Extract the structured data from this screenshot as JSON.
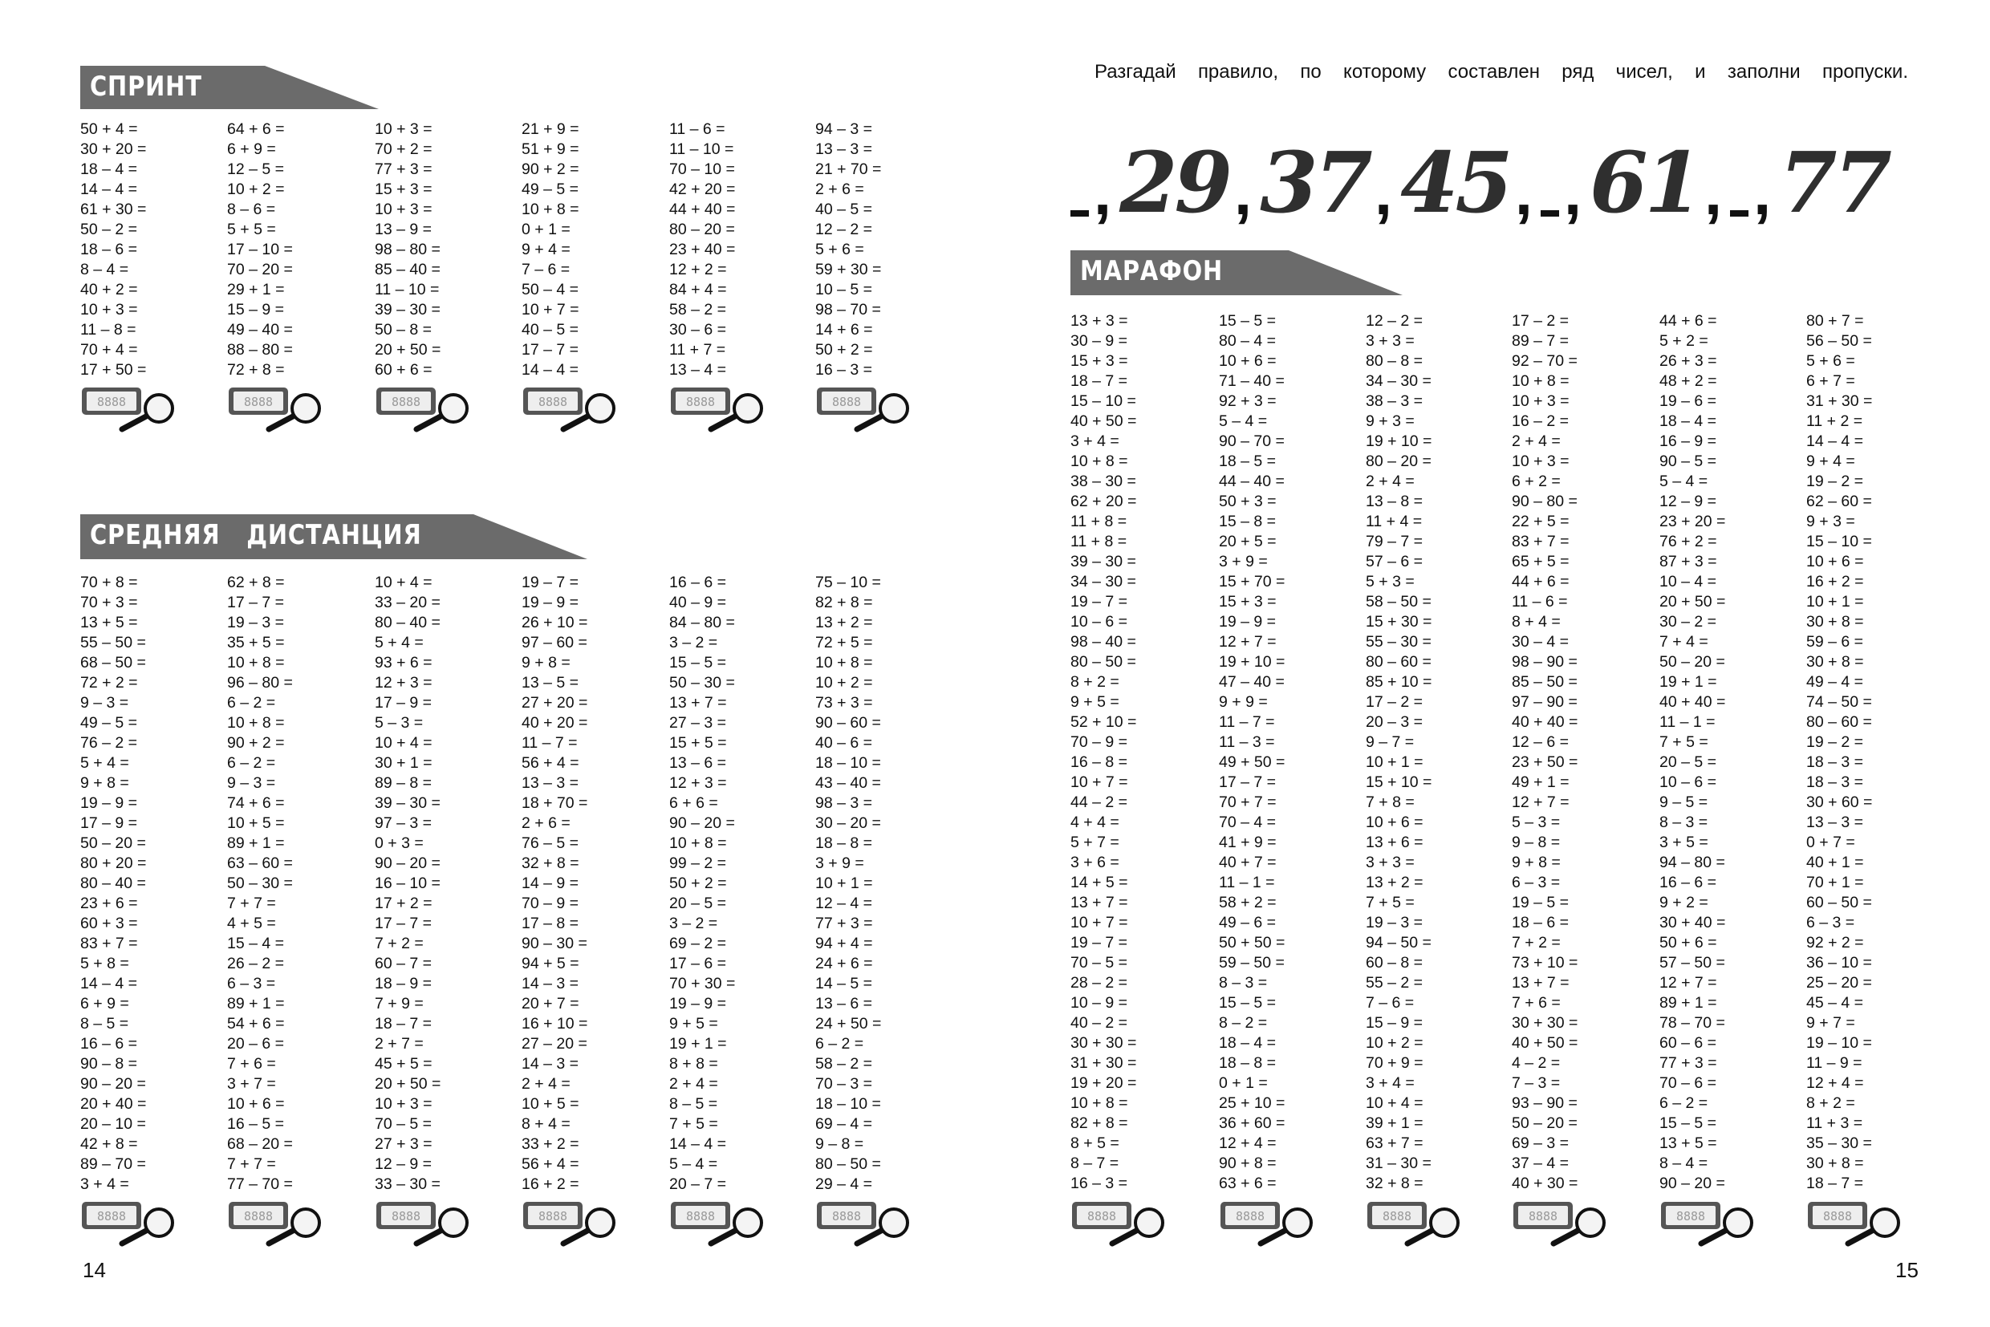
{
  "left_page": {
    "page_number": "14",
    "sprint": {
      "title": "СПРИНТ",
      "columns": [
        [
          "50 + 4 =",
          "30 + 20 =",
          "18 – 4 =",
          "14 – 4 =",
          "61 + 30 =",
          "50 – 2 =",
          "18 – 6 =",
          "8 – 4 =",
          "40 + 2 =",
          "10 + 3 =",
          "11 – 8 =",
          "70 + 4 =",
          "17 + 50 ="
        ],
        [
          "64 + 6 =",
          "6 + 9 =",
          "12 – 5 =",
          "10 + 2 =",
          "8 – 6 =",
          "5 + 5 =",
          "17 – 10 =",
          "70 – 20 =",
          "29 + 1 =",
          "15 – 9 =",
          "49 – 40 =",
          "88 – 80 =",
          "72 + 8 ="
        ],
        [
          "10 + 3 =",
          "70 + 2 =",
          "77 + 3 =",
          "15 + 3 =",
          "10 + 3 =",
          "13 – 9 =",
          "98 – 80 =",
          "85 – 40 =",
          "11 – 10 =",
          "39 – 30 =",
          "50 – 8 =",
          "20 + 50 =",
          "60 + 6 ="
        ],
        [
          "21 + 9 =",
          "51 + 9 =",
          "90 + 2 =",
          "49 – 5 =",
          "10 + 8 =",
          "0 + 1 =",
          "9 + 4 =",
          "7 – 6 =",
          "50 – 4 =",
          "10 + 7 =",
          "40 – 5 =",
          "17 – 7 =",
          "14 – 4 ="
        ],
        [
          "11 – 6 =",
          "11 – 10 =",
          "70 – 10 =",
          "42 + 20 =",
          "44 + 40 =",
          "80 – 20 =",
          "23 + 40 =",
          "12 + 2 =",
          "84 + 4 =",
          "58 – 2 =",
          "30 – 6 =",
          "11 + 7 =",
          "13 – 4 ="
        ],
        [
          "94 – 3 =",
          "13 – 3 =",
          "21 + 70 =",
          "2 + 6 =",
          "40 – 5 =",
          "12 – 2 =",
          "5 + 6 =",
          "59 + 30 =",
          "10 – 5 =",
          "98 – 70 =",
          "14 + 6 =",
          "50 + 2 =",
          "16 – 3 ="
        ]
      ]
    },
    "middle": {
      "title": "СРЕДНЯЯ   ДИСТАНЦИЯ",
      "columns": [
        [
          "70 + 8 =",
          "70 + 3 =",
          "13 + 5 =",
          "55 – 50 =",
          "68 – 50 =",
          "72 + 2 =",
          "9 – 3 =",
          "49 – 5 =",
          "76 – 2 =",
          "5 + 4 =",
          "9 + 8 =",
          "19 – 9 =",
          "17 – 9 =",
          "50 – 20 =",
          "80 + 20 =",
          "80 – 40 =",
          "23 + 6 =",
          "60 + 3 =",
          "83 + 7 =",
          "5 + 8 =",
          "14 – 4 =",
          "6 + 9 =",
          "8 – 5 =",
          "16 – 6 =",
          "90 – 8 =",
          "90 – 20 =",
          "20 + 40 =",
          "20 – 10 =",
          "42 + 8 =",
          "89 – 70 =",
          "3 + 4 ="
        ],
        [
          "62 + 8 =",
          "17 – 7 =",
          "19 – 3 =",
          "35 + 5 =",
          "10 + 8 =",
          "96 – 80 =",
          "6 – 2 =",
          "10 + 8 =",
          "90 + 2 =",
          "6 – 2 =",
          "9 – 3 =",
          "74 + 6 =",
          "10 + 5 =",
          "89 + 1 =",
          "63 – 60 =",
          "50 – 30 =",
          "7 + 7 =",
          "4 + 5 =",
          "15 – 4 =",
          "26 – 2 =",
          "6 – 3 =",
          "89 + 1 =",
          "54 + 6 =",
          "20 – 6 =",
          "7 + 6 =",
          "3 + 7 =",
          "10 + 6 =",
          "16 – 5 =",
          "68 – 20 =",
          "7 + 7 =",
          "77 – 70 ="
        ],
        [
          "10 + 4 =",
          "33 – 20 =",
          "80 – 40 =",
          "5 + 4 =",
          "93 + 6 =",
          "12 + 3 =",
          "17 – 9 =",
          "5 – 3 =",
          "10 + 4 =",
          "30 + 1 =",
          "89 – 8 =",
          "39 – 30 =",
          "97 – 3 =",
          "0 + 3 =",
          "90 – 20 =",
          "16 – 10 =",
          "17 + 2 =",
          "17 – 7 =",
          "7 + 2 =",
          "60 – 7 =",
          "18 – 9 =",
          "7 + 9 =",
          "18 – 7 =",
          "2 + 7 =",
          "45 + 5 =",
          "20 + 50 =",
          "10 + 3 =",
          "70 – 5 =",
          "27 + 3 =",
          "12 – 9 =",
          "33 – 30 ="
        ],
        [
          "19 – 7 =",
          "19 – 9 =",
          "26 + 10 =",
          "97 – 60 =",
          "9 + 8 =",
          "13 – 5 =",
          "27 + 20 =",
          "40 + 20 =",
          "11 – 7 =",
          "56 + 4 =",
          "13 – 3 =",
          "18 + 70 =",
          "2 + 6 =",
          "76 – 5 =",
          "32 + 8 =",
          "14 – 9 =",
          "70 – 9 =",
          "17 – 8 =",
          "90 – 30 =",
          "94 + 5 =",
          "14 – 3 =",
          "20 + 7 =",
          "16 + 10 =",
          "27 – 20 =",
          "14 – 3 =",
          "2 + 4 =",
          "10 + 5 =",
          "8 + 4 =",
          "33 + 2 =",
          "56 + 4 =",
          "16 + 2 ="
        ],
        [
          "16 – 6 =",
          "40 – 9 =",
          "84 – 80 =",
          "3 – 2 =",
          "15 – 5 =",
          "50 – 30 =",
          "13 + 7 =",
          "27 – 3 =",
          "15 + 5 =",
          "13 – 6 =",
          "12 + 3 =",
          "6 + 6 =",
          "90 – 20 =",
          "10 + 8 =",
          "99 – 2 =",
          "50 + 2 =",
          "20 – 5 =",
          "3 – 2 =",
          "69 – 2 =",
          "17 – 6 =",
          "70 + 30 =",
          "19 – 9 =",
          "9 + 5 =",
          "19 + 1 =",
          "8 + 8 =",
          "2 + 4 =",
          "8 – 5 =",
          "7 + 5 =",
          "14 – 4 =",
          "5 – 4 =",
          "20 – 7 ="
        ],
        [
          "75 – 10 =",
          "82 + 8 =",
          "13 + 2 =",
          "72 + 5 =",
          "10 + 8 =",
          "10 + 2 =",
          "73 + 3 =",
          "90 – 60 =",
          "40 – 6 =",
          "18 – 10 =",
          "43 – 40 =",
          "98 – 3 =",
          "30 – 20 =",
          "18 – 8 =",
          "3 + 9 =",
          "10 + 1 =",
          "12 – 4 =",
          "77 + 3 =",
          "94 + 4 =",
          "24 + 6 =",
          "14 – 5 =",
          "13 – 6 =",
          "24 + 50 =",
          "6 – 2 =",
          "58 – 2 =",
          "70 – 3 =",
          "18 – 10 =",
          "69 – 4 =",
          "9 – 8 =",
          "80 – 50 =",
          "29 – 4 ="
        ]
      ]
    }
  },
  "right_page": {
    "page_number": "15",
    "instruction": "Разгадай правило, по которому составлен ряд чисел, и заполни пропуски.",
    "sequence": [
      {
        "blank": true
      },
      {
        "value": "29"
      },
      {
        "value": "37"
      },
      {
        "value": "45"
      },
      {
        "blank": true
      },
      {
        "value": "61"
      },
      {
        "blank": true
      },
      {
        "value": "77"
      }
    ],
    "marathon": {
      "title": "МАРАФОН",
      "columns": [
        [
          "13 + 3 =",
          "30 – 9 =",
          "15 + 3 =",
          "18 – 7 =",
          "15 – 10 =",
          "40 + 50 =",
          "3 + 4 =",
          "10 + 8 =",
          "38 – 30 =",
          "62 + 20 =",
          "11 + 8 =",
          "11 + 8 =",
          "39 – 30 =",
          "34 – 30 =",
          "19 – 7 =",
          "10 – 6 =",
          "98 – 40 =",
          "80 – 50 =",
          "8 + 2 =",
          "9 + 5 =",
          "52 + 10 =",
          "70 – 9 =",
          "16 – 8 =",
          "10 + 7 =",
          "44 – 2 =",
          "4 + 4 =",
          "5 + 7 =",
          "3 + 6 =",
          "14 + 5 =",
          "13 + 7 =",
          "10 + 7 =",
          "19 – 7 =",
          "70 – 5 =",
          "28 – 2 =",
          "10 – 9 =",
          "40 – 2 =",
          "30 + 30 =",
          "31 + 30 =",
          "19 + 20 =",
          "10 + 8 =",
          "82 + 8 =",
          "8 + 5 =",
          "8 – 7 =",
          "16 – 3 ="
        ],
        [
          "15 – 5 =",
          "80 – 4 =",
          "10 + 6 =",
          "71 – 40 =",
          "92 + 3 =",
          "5 – 4 =",
          "90 – 70 =",
          "18 – 5 =",
          "44 – 40 =",
          "50 + 3 =",
          "15 – 8 =",
          "20 + 5 =",
          "3 + 9 =",
          "15 + 70 =",
          "15 + 3 =",
          "19 – 9 =",
          "12 + 7 =",
          "19 + 10 =",
          "47 – 40 =",
          "9 + 9 =",
          "11 – 7 =",
          "11 – 3 =",
          "49 + 50 =",
          "17 – 7 =",
          "70 + 7 =",
          "70 – 4 =",
          "41 + 9 =",
          "40 + 7 =",
          "11 – 1 =",
          "58 + 2 =",
          "49 – 6 =",
          "50 + 50 =",
          "59 – 50 =",
          "8 – 3 =",
          "15 – 5 =",
          "8 – 2 =",
          "18 – 4 =",
          "18 – 8 =",
          "0 + 1 =",
          "25 + 10 =",
          "36 + 60 =",
          "12 + 4 =",
          "90 + 8 =",
          "63 + 6 ="
        ],
        [
          "12 – 2 =",
          "3 + 3 =",
          "80 – 8 =",
          "34 – 30 =",
          "38 – 3 =",
          "9 + 3 =",
          "19 + 10 =",
          "80 – 20 =",
          "2 + 4 =",
          "13 – 8 =",
          "11 + 4 =",
          "79 – 7 =",
          "57 – 6 =",
          "5 + 3 =",
          "58 – 50 =",
          "15 + 30 =",
          "55 – 30 =",
          "80 – 60 =",
          "85 + 10 =",
          "17 – 2 =",
          "20 – 3 =",
          "9 – 7 =",
          "10 + 1 =",
          "15 + 10 =",
          "7 + 8 =",
          "10 + 6 =",
          "13 + 6 =",
          "3 + 3 =",
          "13 + 2 =",
          "7 + 5 =",
          "19 – 3 =",
          "94 – 50 =",
          "60 – 8 =",
          "55 – 2 =",
          "7 – 6 =",
          "15 – 9 =",
          "10 + 2 =",
          "70 + 9 =",
          "3 + 4 =",
          "10 + 4 =",
          "39 + 1 =",
          "63 + 7 =",
          "31 – 30 =",
          "32 + 8 ="
        ],
        [
          "17 – 2 =",
          "89 – 7 =",
          "92 – 70 =",
          "10 + 8 =",
          "10 + 3 =",
          "16 – 2 =",
          "2 + 4 =",
          "10 + 3 =",
          "6 + 2 =",
          "90 – 80 =",
          "22 + 5 =",
          "83 + 7 =",
          "65 + 5 =",
          "44 + 6 =",
          "11 – 6 =",
          "8 + 4 =",
          "30 – 4 =",
          "98 – 90 =",
          "85 – 50 =",
          "97 – 90 =",
          "40 + 40 =",
          "12 – 6 =",
          "23 + 50 =",
          "49 + 1 =",
          "12 + 7 =",
          "5 – 3 =",
          "9 – 8 =",
          "9 + 8 =",
          "6 – 3 =",
          "19 – 5 =",
          "18 – 6 =",
          "7 + 2 =",
          "73 + 10 =",
          "13 + 7 =",
          "7 + 6 =",
          "30 + 30 =",
          "40 + 50 =",
          "4 – 2 =",
          "7 – 3 =",
          "93 – 90 =",
          "50 – 20 =",
          "69 – 3 =",
          "37 – 4 =",
          "40 + 30 ="
        ],
        [
          "44 + 6 =",
          "5 + 2 =",
          "26 + 3 =",
          "48 + 2 =",
          "19 – 6 =",
          "18 – 4 =",
          "16 – 9 =",
          "90 – 5 =",
          "5 – 4 =",
          "12 – 9 =",
          "23 + 20 =",
          "76 + 2 =",
          "87 + 3 =",
          "10 – 4 =",
          "20 + 50 =",
          "30 – 2 =",
          "7 + 4 =",
          "50 – 20 =",
          "19 + 1 =",
          "40 + 40 =",
          "11 – 1 =",
          "7 + 5 =",
          "20 – 5 =",
          "10 – 6 =",
          "9 – 5 =",
          "8 – 3 =",
          "3 + 5 =",
          "94 – 80 =",
          "16 – 6 =",
          "9 + 2 =",
          "30 + 40 =",
          "50 + 6 =",
          "57 – 50 =",
          "12 + 7 =",
          "89 + 1 =",
          "78 – 70 =",
          "60 – 6 =",
          "77 + 3 =",
          "70 – 6 =",
          "6 – 2 =",
          "15 – 5 =",
          "13 + 5 =",
          "8 – 4 =",
          "90 – 20 ="
        ],
        [
          "80 + 7 =",
          "56 – 50 =",
          "5 + 6 =",
          "6 + 7 =",
          "31 + 30 =",
          "11 + 2 =",
          "14 – 4 =",
          "9 + 4 =",
          "19 – 2 =",
          "62 – 60 =",
          "9 + 3 =",
          "15 – 10 =",
          "10 + 6 =",
          "16 + 2 =",
          "10 + 1 =",
          "30 + 8 =",
          "59 – 6 =",
          "30 + 8 =",
          "49 – 4 =",
          "74 – 50 =",
          "80 – 60 =",
          "19 – 2 =",
          "18 – 3 =",
          "18 – 3 =",
          "30 + 60 =",
          "13 – 3 =",
          "0 + 7 =",
          "40 + 1 =",
          "70 + 1 =",
          "60 – 50 =",
          "6 – 3 =",
          "92 + 2 =",
          "36 – 10 =",
          "25 – 20 =",
          "45 – 4 =",
          "9 + 7 =",
          "19 – 10 =",
          "11 – 9 =",
          "12 + 4 =",
          "8 + 2 =",
          "11 + 3 =",
          "35 – 30 =",
          "30 + 8 =",
          "18 – 7 ="
        ]
      ]
    }
  },
  "colors": {
    "banner": "#6b6b6b",
    "digits": "#2f2f2f"
  }
}
